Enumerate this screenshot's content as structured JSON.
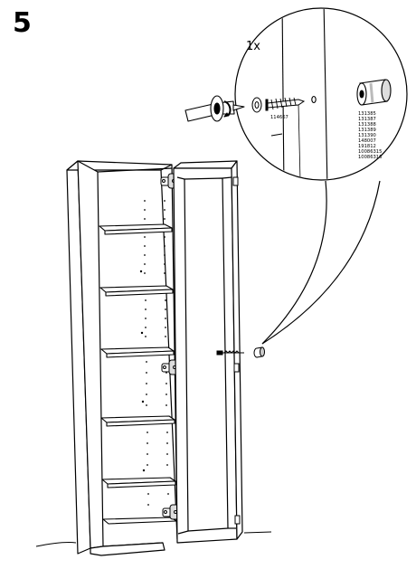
{
  "step": {
    "number": "5"
  },
  "detail": {
    "quantity": "1x",
    "screw_part_number": "114667",
    "part_codes": [
      "131385",
      "131387",
      "131388",
      "131389",
      "131390",
      "148007",
      "191812",
      "10086315",
      "10086316"
    ]
  },
  "colors": {
    "line": "#000000",
    "paper": "#ffffff",
    "shade": "#bdbdbd"
  },
  "icons": [
    "screwdriver-icon",
    "screw-icon",
    "washer-icon",
    "knob-icon",
    "hinge-icon"
  ]
}
